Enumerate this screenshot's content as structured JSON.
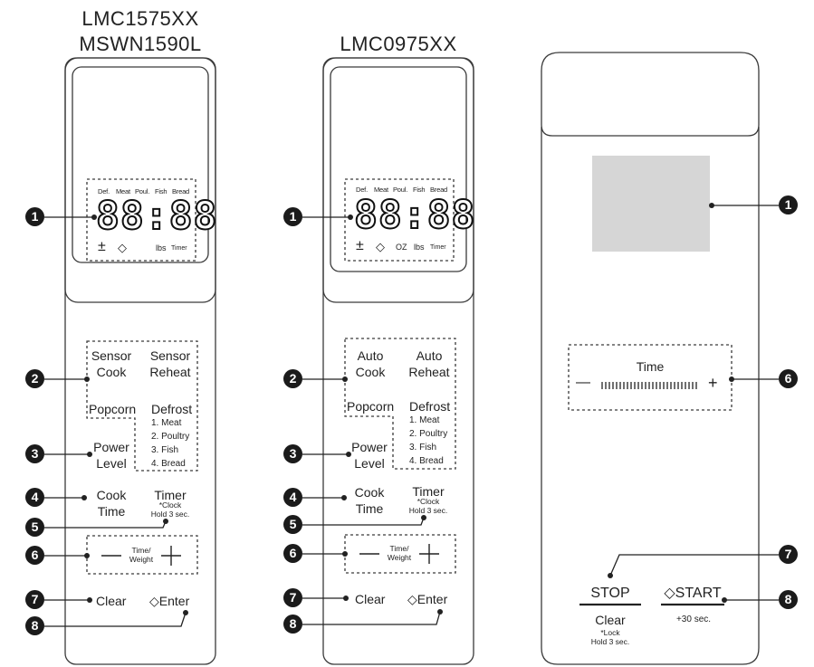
{
  "panels": {
    "left": {
      "titles": [
        "LMC1575XX",
        "MSWN1590L"
      ],
      "display": {
        "modes": [
          "Def.",
          "Meat",
          "Poul.",
          "Fish",
          "Bread"
        ],
        "digits": "88:88",
        "plus_minus": "±",
        "start_symbol": "◇",
        "lbs": "lbs",
        "timer": "Timer"
      },
      "sensor_cook": [
        "Sensor",
        "Cook"
      ],
      "sensor_reheat": [
        "Sensor",
        "Reheat"
      ],
      "popcorn": "Popcorn",
      "defrost": "Defrost",
      "defrost_items": [
        "1. Meat",
        "2. Poultry",
        "3. Fish",
        "4. Bread"
      ],
      "power_level": [
        "Power",
        "Level"
      ],
      "cook_time": [
        "Cook",
        "Time"
      ],
      "timer": "Timer",
      "timer_note": [
        "*Clock",
        "Hold 3 sec."
      ],
      "time_weight": [
        "Time/",
        "Weight"
      ],
      "clear": "Clear",
      "enter": "◇Enter"
    },
    "middle": {
      "title": "LMC0975XX",
      "display": {
        "modes": [
          "Def.",
          "Meat",
          "Poul.",
          "Fish",
          "Bread"
        ],
        "digits": "88:88",
        "plus_minus": "±",
        "start_symbol": "◇",
        "oz": "OZ",
        "lbs": "lbs",
        "timer": "Timer"
      },
      "auto_cook": [
        "Auto",
        "Cook"
      ],
      "auto_reheat": [
        "Auto",
        "Reheat"
      ],
      "popcorn": "Popcorn",
      "defrost": "Defrost",
      "defrost_items": [
        "1. Meat",
        "2. Poultry",
        "3. Fish",
        "4. Bread"
      ],
      "power_level": [
        "Power",
        "Level"
      ],
      "cook_time": [
        "Cook",
        "Time"
      ],
      "timer": "Timer",
      "timer_note": [
        "*Clock",
        "Hold 3 sec."
      ],
      "time_weight": [
        "Time/",
        "Weight"
      ],
      "clear": "Clear",
      "enter": "◇Enter"
    },
    "right": {
      "time": "Time",
      "minus": "—",
      "plus": "+",
      "stop": "STOP",
      "clear": "Clear",
      "clear_note": [
        "*Lock",
        "Hold 3 sec."
      ],
      "start": "◇START",
      "start_note": "+30 sec."
    }
  },
  "callouts": [
    "1",
    "2",
    "3",
    "4",
    "5",
    "6",
    "7",
    "8"
  ],
  "colors": {
    "line": "#3a3a3a",
    "badge": "#1b1b1b",
    "display_fill": "#d6d6d6"
  }
}
